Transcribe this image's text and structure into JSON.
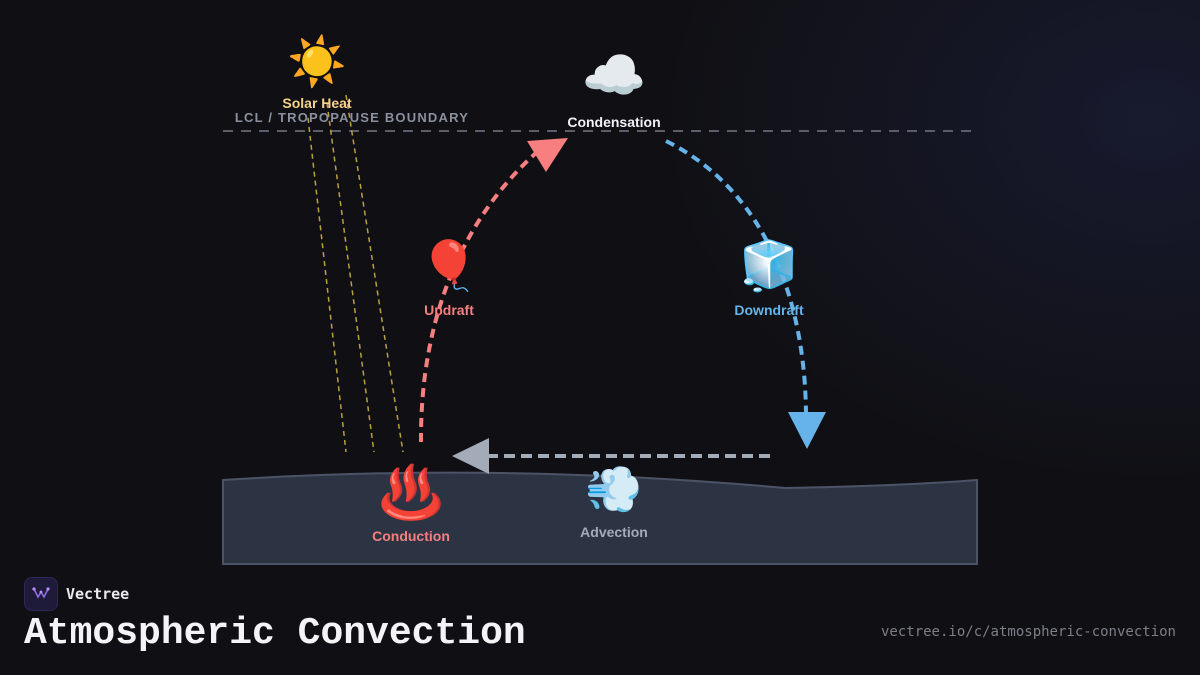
{
  "diagram": {
    "boundary_label": "LCL / TROPOPAUSE BOUNDARY",
    "nodes": {
      "solar": {
        "icon": "☀️",
        "label": "Solar Heat",
        "icon_name": "sun-icon",
        "color": "#f6d28b"
      },
      "condensation": {
        "icon": "☁️",
        "label": "Condensation",
        "icon_name": "cloud-icon",
        "color": "#f2f2f4"
      },
      "updraft": {
        "icon": "🎈",
        "label": "Updraft",
        "icon_name": "balloon-icon",
        "color": "#f77f7f"
      },
      "downdraft": {
        "icon": "🧊",
        "label": "Downdraft",
        "icon_name": "ice-cube-icon",
        "color": "#66b3ea"
      },
      "conduction": {
        "icon": "♨️",
        "label": "Conduction",
        "icon_name": "hot-springs-icon",
        "color": "#f77f7f"
      },
      "advection": {
        "icon": "💨",
        "label": "Advection",
        "icon_name": "wind-icon",
        "color": "#a3aab8"
      }
    },
    "colors": {
      "warm": "#f77f7f",
      "cool": "#66b3ea",
      "neutral": "#a3aab8",
      "solar_rays": "#b8a040",
      "ground_fill": "#2c3444",
      "boundary_line": "#5a5e6a"
    }
  },
  "footer": {
    "brand_name": "Vectree",
    "title": "Atmospheric Convection",
    "url": "vectree.io/c/atmospheric-convection"
  }
}
